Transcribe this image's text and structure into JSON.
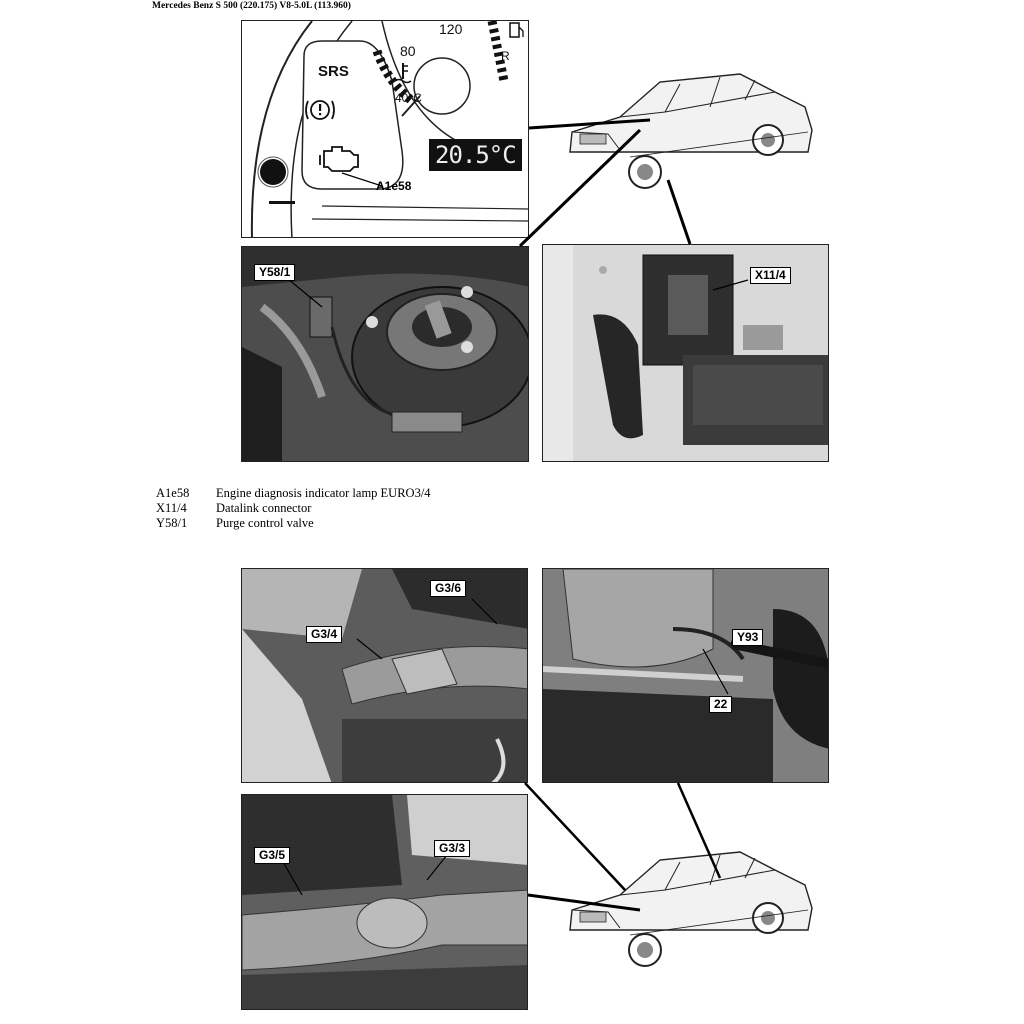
{
  "header": {
    "title": "Mercedes Benz S 500 (220.175) V8-5.0L (113.960)"
  },
  "instrument_cluster": {
    "srs_label": "SRS",
    "speed_80": "80",
    "speed_120": "120",
    "temp_40": "40°C",
    "fuel_reserve": "R",
    "lcd_value": "20.5°C"
  },
  "callouts": {
    "a1e58": "A1e58",
    "y58_1": "Y58/1",
    "x11_4": "X11/4",
    "g3_6": "G3/6",
    "g3_4": "G3/4",
    "y93": "Y93",
    "num_22": "22",
    "g3_5": "G3/5",
    "g3_3": "G3/3"
  },
  "legend": [
    {
      "code": "A1e58",
      "description": "Engine diagnosis indicator lamp EURO3/4"
    },
    {
      "code": "X11/4",
      "description": "Datalink connector"
    },
    {
      "code": "Y58/1",
      "description": "Purge control valve"
    }
  ],
  "colors": {
    "ink": "#000000",
    "photo_dark": "#3a3a3a",
    "photo_mid": "#8a8a8a",
    "photo_light": "#c9c9c9"
  },
  "icons": [
    "airbag-warning-icon",
    "check-engine-icon",
    "coolant-temperature-icon",
    "fuel-pump-icon",
    "car-illustration-icon"
  ]
}
